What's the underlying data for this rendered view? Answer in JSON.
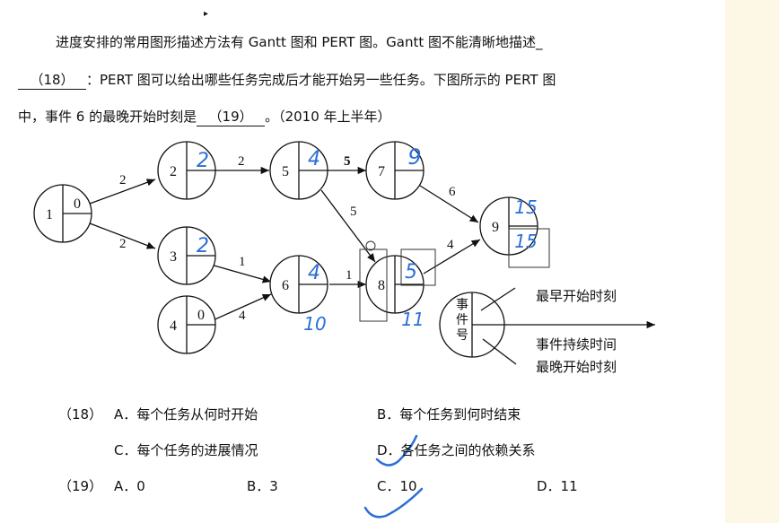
{
  "question": {
    "line1": "进度安排的常用图形描述方法有 Gantt 图和 PERT 图。Gantt 图不能清晰地描述_",
    "blank18": "（18）",
    "line2_rest": "：PERT 图可以给出哪些任务完成后才能开始另一些任务。下图所示的 PERT 图",
    "line3_pre": "中，事件 6 的最晚开始时刻是",
    "blank19": "（19）",
    "line3_post": "。（2010 年上半年）"
  },
  "pert": {
    "nodes": [
      {
        "id": "1",
        "top": "0",
        "bottom": ""
      },
      {
        "id": "2",
        "top": "",
        "bottom": ""
      },
      {
        "id": "3",
        "top": "",
        "bottom": ""
      },
      {
        "id": "4",
        "top": "0",
        "bottom": ""
      },
      {
        "id": "5",
        "top": "",
        "bottom": ""
      },
      {
        "id": "6",
        "top": "",
        "bottom": ""
      },
      {
        "id": "7",
        "top": "",
        "bottom": ""
      },
      {
        "id": "8",
        "top": "",
        "bottom": ""
      },
      {
        "id": "9",
        "top": "",
        "bottom": ""
      }
    ],
    "edges": [
      {
        "from": "1",
        "to": "2",
        "weight": "2"
      },
      {
        "from": "1",
        "to": "3",
        "weight": "2"
      },
      {
        "from": "2",
        "to": "5",
        "weight": "2"
      },
      {
        "from": "3",
        "to": "6",
        "weight": "1"
      },
      {
        "from": "4",
        "to": "6",
        "weight": "4"
      },
      {
        "from": "5",
        "to": "7",
        "weight": "5"
      },
      {
        "from": "5",
        "to": "8",
        "weight": "5"
      },
      {
        "from": "6",
        "to": "8",
        "weight": "1"
      },
      {
        "from": "7",
        "to": "9",
        "weight": "6"
      },
      {
        "from": "8",
        "to": "9",
        "weight": "4"
      }
    ],
    "handwritten": {
      "n2": "2",
      "n3": "2",
      "n5_top": "4",
      "n6_top": "4",
      "n6_bottom": "10",
      "n7": "9",
      "n8_top": "5",
      "n8_bottom": "11",
      "n9_top": "15",
      "n9_bottom": "15"
    },
    "legend": {
      "node_label": "事件号",
      "earliest": "最早开始时刻",
      "duration": "事件持续时间",
      "latest": "最晚开始时刻"
    },
    "colors": {
      "ink": "#111111",
      "handwriting": "#2b6fd6"
    }
  },
  "options18": {
    "num": "（18）",
    "A": "A．每个任务从何时开始",
    "B": "B．每个任务到何时结束",
    "C": "C．每个任务的进展情况",
    "D": "D．各任务之间的依赖关系"
  },
  "options19": {
    "num": "（19）",
    "A": "A．0",
    "B": "B．3",
    "C": "C．10",
    "D": "D．11"
  }
}
